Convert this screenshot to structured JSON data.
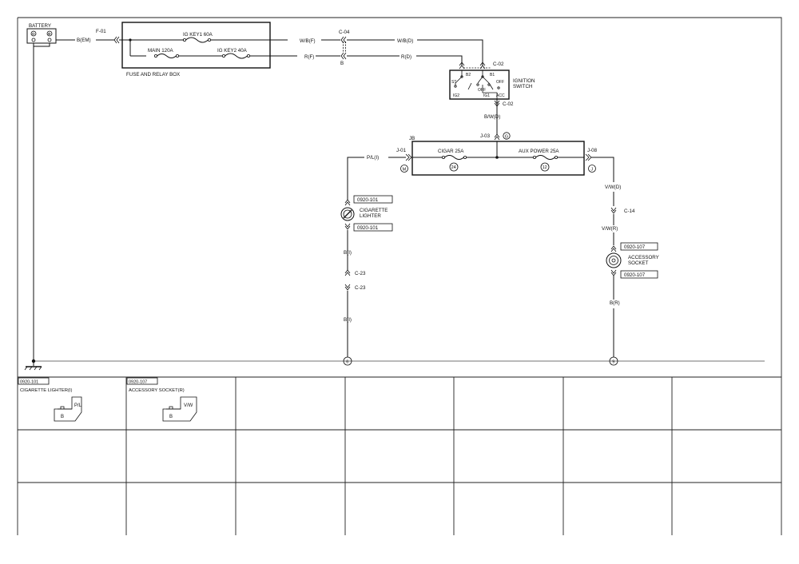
{
  "battery": {
    "label": "BATTERY",
    "minus": "⊖",
    "plus": "⊕"
  },
  "fuse_box": {
    "label": "FUSE AND RELAY BOX",
    "conn_in": "F-01",
    "fuse_ig1": "IG KEY1 60A",
    "fuse_main": "MAIN 120A",
    "fuse_ig2": "IG KEY2 40A"
  },
  "wires": {
    "batt_out": "B(EM)",
    "wbf": "W/B(F)",
    "rf": "R(F)",
    "wbd": "W/B(D)",
    "rd": "R(D)",
    "bwd": "B/W(D)",
    "pli": "P/L(I)",
    "vwd": "V/W(D)",
    "vwr": "V/W(R)",
    "bi_top": "B(I)",
    "bi_bottom": "B(I)",
    "br": "B(R)"
  },
  "connectors": {
    "c04": "C-04",
    "c04_b": "B",
    "c02_top": "C-02",
    "c02_bottom": "C-02",
    "j03": "J-03",
    "j01": "J-01",
    "j08": "J-08",
    "c14": "C-14",
    "c23_top": "C-23",
    "c23_bottom": "C-23"
  },
  "ignition": {
    "label1": "IGNITION",
    "label2": "SWITCH",
    "b2": "B2",
    "b1": "B1",
    "st": "ST",
    "off1": "OFF",
    "off2": "OFF",
    "ig2": "IG2",
    "ig1": "IG1",
    "acc": "ACC"
  },
  "jb": {
    "label": "JB",
    "g": "G",
    "m": "M",
    "j": "J",
    "fuse_cigar": "CIGAR 25A",
    "fuse_aux": "AUX POWER 25A",
    "num_cigar": "24",
    "num_aux": "12"
  },
  "lighter": {
    "conn_top": "0920-101",
    "conn_bottom": "0920-101",
    "label1": "CIGARETTE",
    "label2": "LIGHTER"
  },
  "socket": {
    "conn_top": "0920-107",
    "conn_bottom": "0920-107",
    "label1": "ACCESSORY",
    "label2": "SOCKET"
  },
  "grounds": {
    "g1": "6",
    "g2": "9"
  },
  "connector_views": [
    {
      "code": "0920-101",
      "name": "CIGARETTE LIGHTER(I)",
      "pin_a": "B",
      "pin_b": "P/L"
    },
    {
      "code": "0920-107",
      "name": "ACCESSORY SOCKET(R)",
      "pin_a": "B",
      "pin_b": "V/W"
    }
  ]
}
